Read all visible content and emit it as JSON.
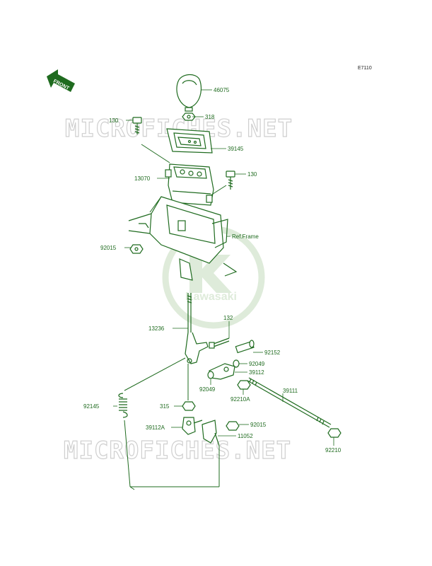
{
  "page_code": "E7110",
  "front_label": "FRONT",
  "watermark": {
    "text": "MICROFICHES.NET",
    "brand": "Kawasaki"
  },
  "parts": {
    "p46075": "46075",
    "p318": "318",
    "p130a": "130",
    "p39145": "39145",
    "p13070": "13070",
    "p130b": "130",
    "ref_frame": "Ref.Frame",
    "p92015a": "92015",
    "p13236": "13236",
    "p132": "132",
    "p92152": "92152",
    "p92049a": "92049",
    "p39112": "39112",
    "p92049b": "92049",
    "p92210a": "92210A",
    "p39111": "39111",
    "p92145": "92145",
    "p315": "315",
    "p92015b": "92015",
    "p39112a": "39112A",
    "p11052": "11052",
    "p92210": "92210"
  },
  "colors": {
    "line": "#1f6b1f",
    "label": "#1f6b1f",
    "watermark": "#cfcfcf",
    "logo": "#dbe9d6"
  }
}
